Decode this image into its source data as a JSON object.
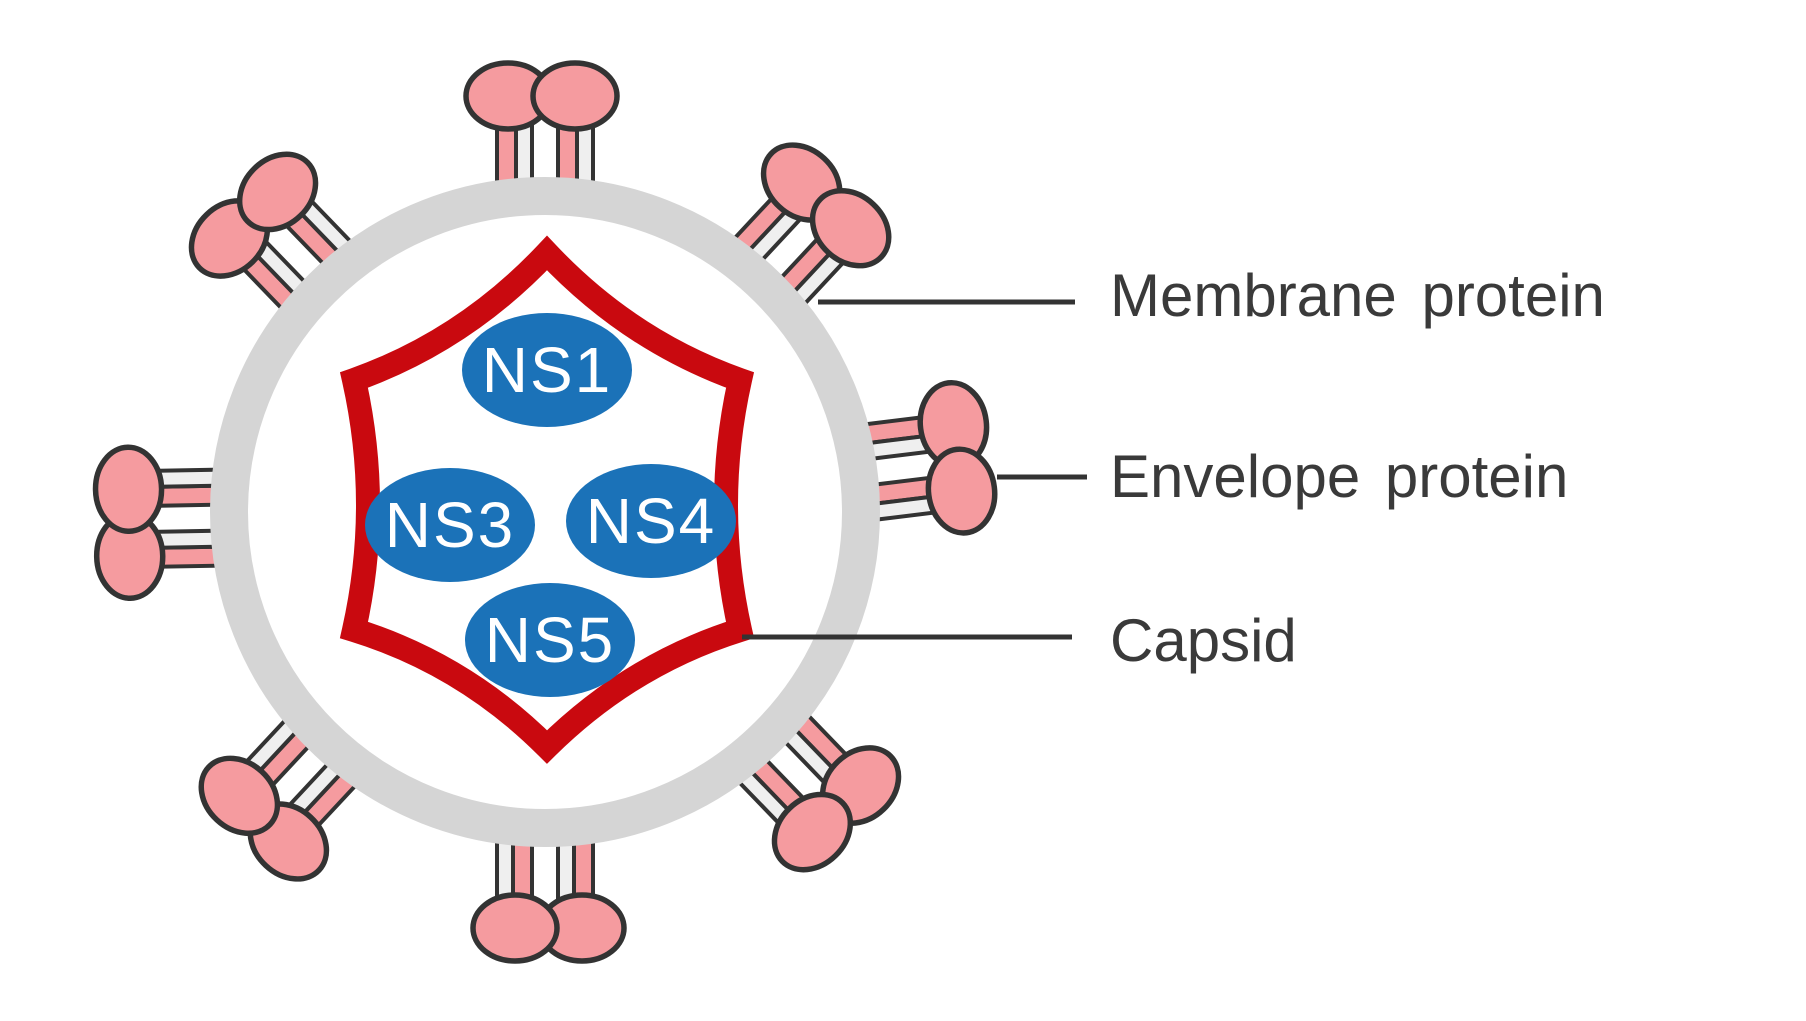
{
  "diagram_type": "virus-structure",
  "virus": {
    "ns_proteins": [
      {
        "label": "NS1"
      },
      {
        "label": "NS3"
      },
      {
        "label": "NS4"
      },
      {
        "label": "NS5"
      }
    ],
    "spike_count": 8
  },
  "annotations": [
    {
      "id": "membrane",
      "text": "Membrane protein"
    },
    {
      "id": "envelope",
      "text": "Envelope protein"
    },
    {
      "id": "capsid",
      "text": "Capsid"
    }
  ],
  "colors": {
    "background": "#ffffff",
    "membrane_gray": "#d5d5d5",
    "capsid_red": "#c9090f",
    "protein_blue": "#1b72b8",
    "spike_pink": "#f59b9f",
    "spike_stalk_gray": "#efefef",
    "outline_dark": "#333333",
    "leader_line": "#333333",
    "label_text": "#3a3a3a",
    "ns_label_text": "#ffffff"
  }
}
